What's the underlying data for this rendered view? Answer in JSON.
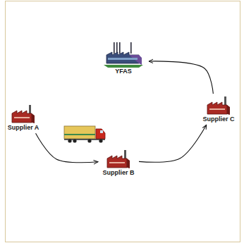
{
  "diagram": {
    "nodes": [
      {
        "text": [
          "YFAS"
        ]
      },
      {
        "text": [
          "Supplier A"
        ]
      },
      {
        "text": [
          "Supplier B"
        ]
      },
      {
        "text": [
          "Supplier C"
        ]
      }
    ],
    "edges": [
      {
        "from": 1,
        "to": 2,
        "arrow": "to"
      },
      {
        "from": 2,
        "to": 3,
        "arrow": "to"
      },
      {
        "from": 3,
        "to": 0,
        "arrow": "to"
      }
    ]
  }
}
